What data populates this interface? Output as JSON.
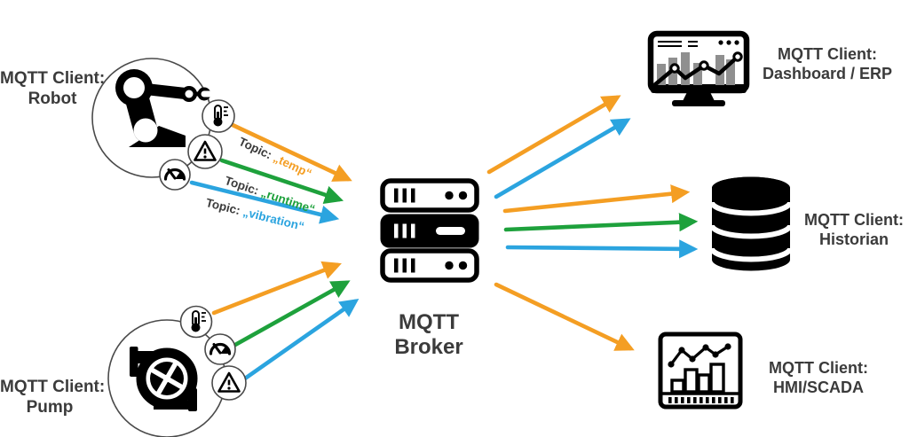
{
  "colors": {
    "orange": "#F49E23",
    "green": "#1EA13C",
    "blue": "#2BA4DF",
    "label_text": "#3B3B3B"
  },
  "publishers": {
    "robot": {
      "label_line1": "MQTT Client:",
      "label_line2": "Robot"
    },
    "pump": {
      "label_line1": "MQTT Client:",
      "label_line2": "Pump"
    }
  },
  "broker": {
    "label_line1": "MQTT",
    "label_line2": "Broker"
  },
  "subscribers": {
    "dashboard": {
      "label_line1": "MQTT Client:",
      "label_line2": "Dashboard / ERP"
    },
    "historian": {
      "label_line1": "MQTT Client:",
      "label_line2": "Historian"
    },
    "hmi": {
      "label_line1": "MQTT Client:",
      "label_line2": "HMI/SCADA"
    }
  },
  "topics": {
    "temp": {
      "prefix": "Topic: ",
      "name": "„temp“",
      "color": "#F49E23"
    },
    "runtime": {
      "prefix": "Topic: ",
      "name": "„runtime“",
      "color": "#1EA13C"
    },
    "vibration": {
      "prefix": "Topic: ",
      "name": "„vibration“",
      "color": "#2BA4DF"
    }
  },
  "flows": [
    {
      "from": "robot",
      "to": "broker",
      "topic": "temp",
      "color": "#F49E23"
    },
    {
      "from": "robot",
      "to": "broker",
      "topic": "runtime",
      "color": "#1EA13C"
    },
    {
      "from": "robot",
      "to": "broker",
      "topic": "vibration",
      "color": "#2BA4DF"
    },
    {
      "from": "pump",
      "to": "broker",
      "topic": "temp",
      "color": "#F49E23"
    },
    {
      "from": "pump",
      "to": "broker",
      "topic": "runtime",
      "color": "#1EA13C"
    },
    {
      "from": "pump",
      "to": "broker",
      "topic": "vibration",
      "color": "#2BA4DF"
    },
    {
      "from": "broker",
      "to": "dashboard",
      "topic": "temp",
      "color": "#F49E23"
    },
    {
      "from": "broker",
      "to": "dashboard",
      "topic": "vibration",
      "color": "#2BA4DF"
    },
    {
      "from": "broker",
      "to": "historian",
      "topic": "temp",
      "color": "#F49E23"
    },
    {
      "from": "broker",
      "to": "historian",
      "topic": "runtime",
      "color": "#1EA13C"
    },
    {
      "from": "broker",
      "to": "historian",
      "topic": "vibration",
      "color": "#2BA4DF"
    },
    {
      "from": "broker",
      "to": "hmi",
      "topic": "temp",
      "color": "#F49E23"
    }
  ],
  "icons": {
    "robot": "robot-arm-icon",
    "pump": "centrifugal-pump-icon",
    "thermometer": "thermometer-icon",
    "gauge": "gauge-icon",
    "warning": "warning-triangle-icon",
    "broker": "server-stack-icon",
    "dashboard": "dashboard-monitor-icon",
    "historian": "database-icon",
    "hmi": "hmi-chart-icon"
  }
}
